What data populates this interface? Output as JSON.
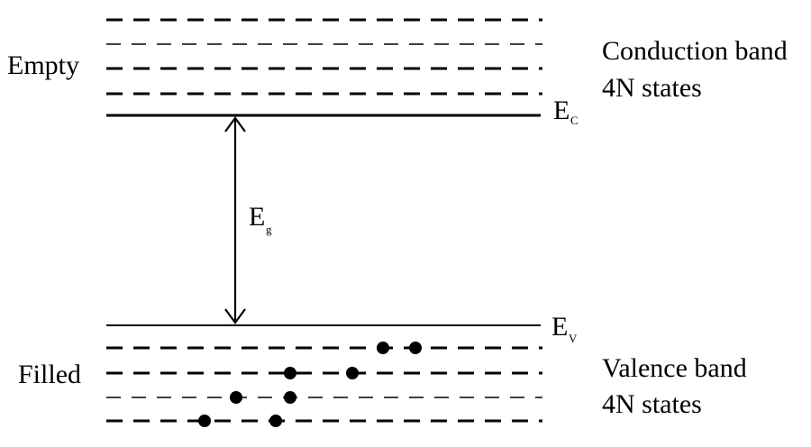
{
  "labels": {
    "empty": "Empty",
    "filled": "Filled",
    "conduction_band": "Conduction band",
    "conduction_states": "4N states",
    "valence_band": "Valence band",
    "valence_states": "4N states",
    "ec_main": "E",
    "ec_sub": "C",
    "ev_main": "E",
    "ev_sub": "V",
    "eg_main": "E",
    "eg_sub": "g"
  },
  "colors": {
    "ink": "#000000",
    "background": "#ffffff"
  },
  "electrons": {
    "count": 8
  }
}
